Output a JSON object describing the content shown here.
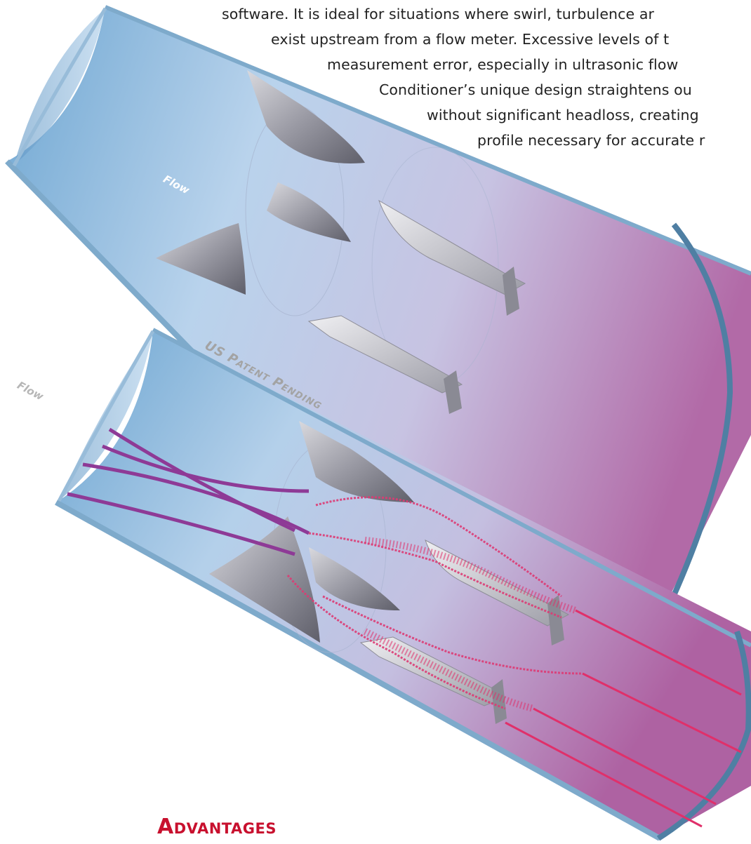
{
  "intro": {
    "lines": [
      "software.  It is ideal for situations where swirl, turbulence ar",
      "exist upstream from a flow meter. Excessive levels of t",
      "measurement error, especially in ultrasonic flow",
      "Conditioner’s unique design straightens ou",
      "without significant headloss, creating",
      "profile necessary for accurate r"
    ]
  },
  "labels": {
    "flow_top": "Flow",
    "flow_bottom": "Flow",
    "patent": "US Patent Pending"
  },
  "section": {
    "heading": "Advantages"
  },
  "colors": {
    "pipe_blue": "#7fb1d6",
    "pipe_purple": "#b070a6",
    "streamline": "#8e3a96",
    "turbulence": "#e0306a",
    "heading_red": "#c8102e"
  }
}
